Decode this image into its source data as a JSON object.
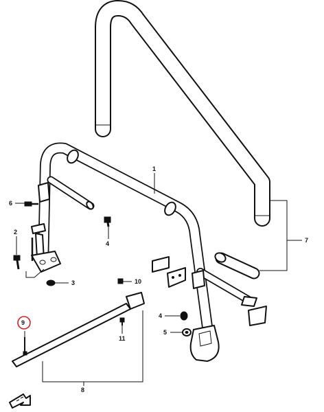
{
  "callouts": {
    "c1": "1",
    "c2": "2",
    "c3": "3",
    "c4a": "4",
    "c4b": "4",
    "c5": "5",
    "c6": "6",
    "c7": "7",
    "c8": "8",
    "c9": "9",
    "c10": "10",
    "c11": "11"
  },
  "highlight": {
    "callout": "9",
    "color": "#d42323"
  },
  "colors": {
    "line": "#111111",
    "background": "#ffffff"
  },
  "icons": {
    "front": "front-arrow-icon"
  }
}
